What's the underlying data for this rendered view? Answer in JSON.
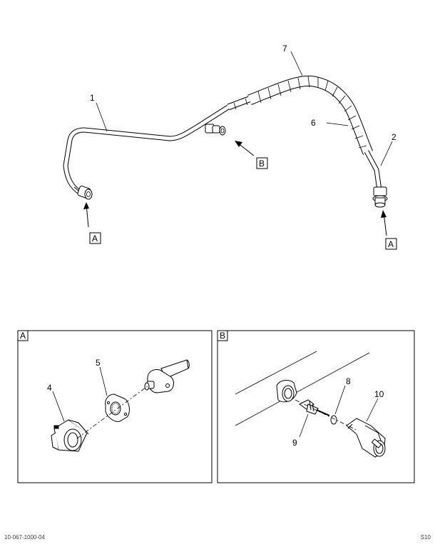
{
  "callouts": {
    "c1": "1",
    "c2": "2",
    "c4": "4",
    "c5": "5",
    "c6": "6",
    "c7": "7",
    "c8": "8",
    "c9": "9",
    "c10": "10"
  },
  "view_refs": {
    "ref_a_left": "A",
    "ref_b_mid": "B",
    "ref_a_right": "A"
  },
  "detail_panels": {
    "panel_a_label": "A",
    "panel_b_label": "B"
  },
  "footer": {
    "left": "10-067-1000-04",
    "right": "S10"
  }
}
